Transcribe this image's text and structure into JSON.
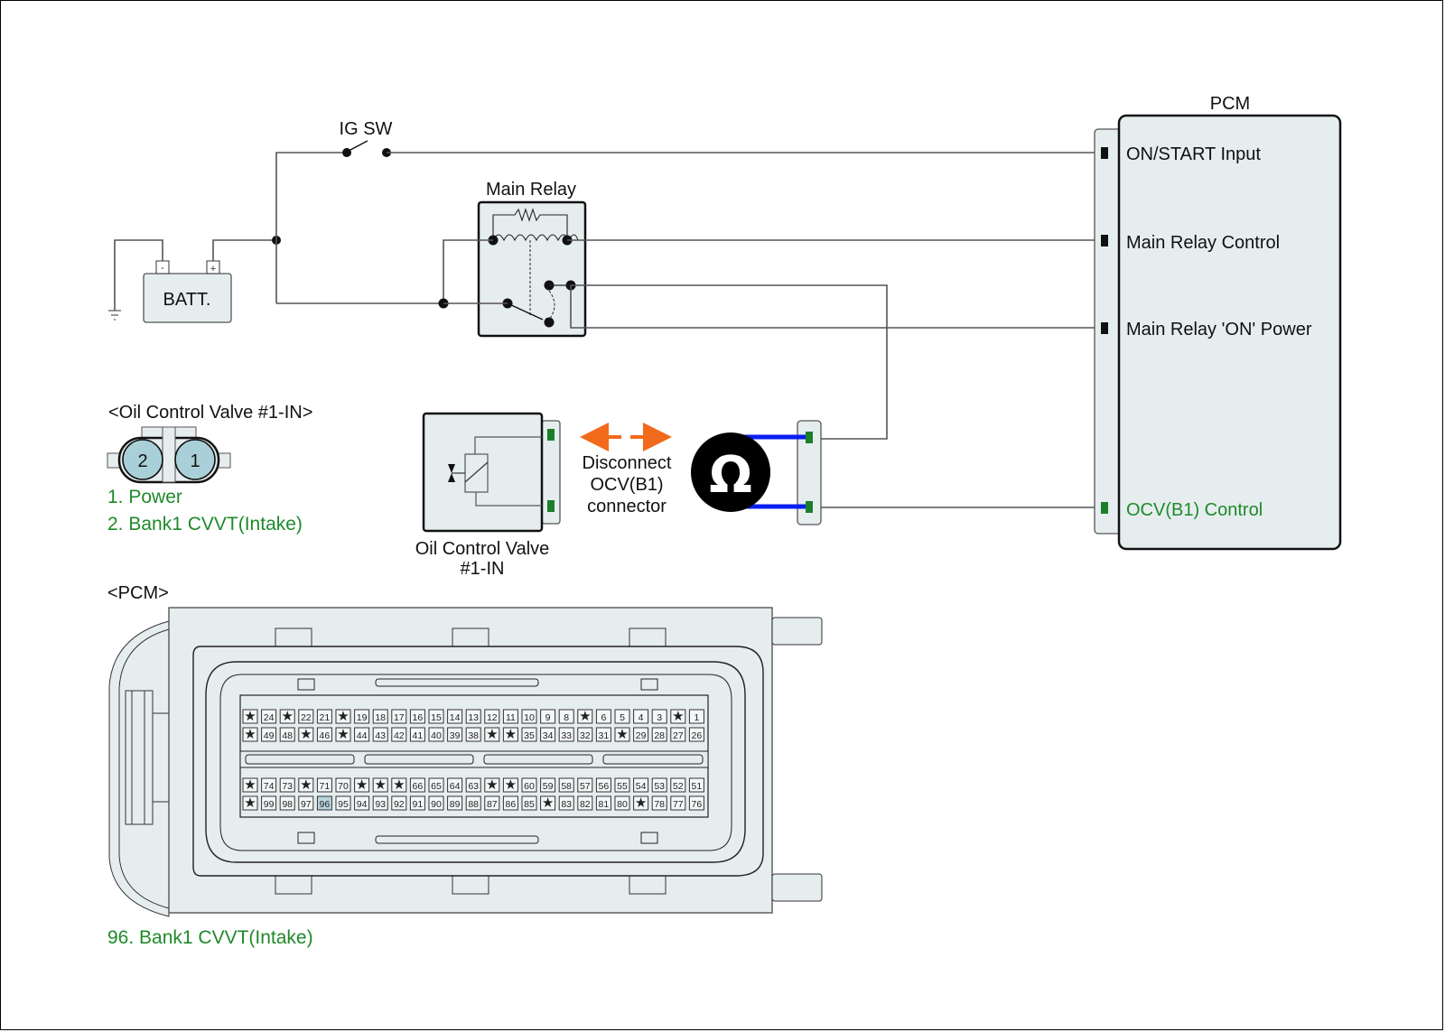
{
  "switch": {
    "label": "IG SW"
  },
  "battery": {
    "label": "BATT.",
    "neg": "-",
    "pos": "+"
  },
  "relay": {
    "label": "Main Relay"
  },
  "pcm": {
    "title": "PCM",
    "pins": [
      {
        "label": "ON/START Input",
        "highlight": false
      },
      {
        "label": "Main Relay Control",
        "highlight": false
      },
      {
        "label": "Main Relay 'ON' Power",
        "highlight": false
      },
      {
        "label": "OCV(B1) Control",
        "highlight": true
      }
    ]
  },
  "ocv_connector": {
    "title": "<Oil Control Valve #1-IN>",
    "pin1": "1",
    "pin2": "2",
    "legend": [
      "1. Power",
      "2. Bank1 CVVT(Intake)"
    ]
  },
  "ocv_component": {
    "label_line1": "Oil Control Valve",
    "label_line2": "#1-IN"
  },
  "instruction": {
    "lines": [
      "Disconnect",
      "OCV(B1)",
      "connector"
    ]
  },
  "meter": {
    "symbol": "Ω",
    "icon": "ohmmeter-icon"
  },
  "pcm_connector": {
    "title": "<PCM>",
    "rows": [
      [
        "*",
        "24",
        "*",
        "22",
        "21",
        "*",
        "19",
        "18",
        "17",
        "16",
        "15",
        "14",
        "13",
        "12",
        "11",
        "10",
        "9",
        "8",
        "*",
        "6",
        "5",
        "4",
        "3",
        "*",
        "1"
      ],
      [
        "*",
        "49",
        "48",
        "*",
        "46",
        "*",
        "44",
        "43",
        "42",
        "41",
        "40",
        "39",
        "38",
        "*",
        "*",
        "35",
        "34",
        "33",
        "32",
        "31",
        "*",
        "29",
        "28",
        "27",
        "26"
      ],
      [
        "*",
        "74",
        "73",
        "*",
        "71",
        "70",
        "*",
        "*",
        "*",
        "66",
        "65",
        "64",
        "63",
        "*",
        "*",
        "60",
        "59",
        "58",
        "57",
        "56",
        "55",
        "54",
        "53",
        "52",
        "51"
      ],
      [
        "*",
        "99",
        "98",
        "97",
        "96",
        "95",
        "94",
        "93",
        "92",
        "91",
        "90",
        "89",
        "88",
        "87",
        "86",
        "85",
        "*",
        "83",
        "82",
        "81",
        "80",
        "*",
        "78",
        "77",
        "76"
      ]
    ],
    "highlighted_pin": "96",
    "legend": "96. Bank1 CVVT(Intake)"
  },
  "colors": {
    "green_text": "#1e8a2a",
    "pin_green": "#1a7f2a",
    "probe_blue": "#0a1ef0",
    "arrow_orange": "#f26a1b",
    "fill_gray": "#e6edef",
    "pin96_fill": "#b8d3dc",
    "connector_pin_fill": "#a9d0d8"
  }
}
